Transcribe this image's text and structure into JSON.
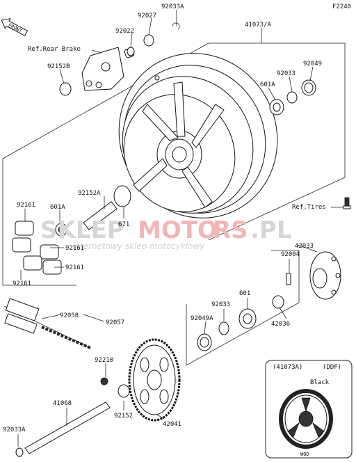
{
  "diagram_code": "F2240",
  "front_arrow": "FRONT",
  "watermark": {
    "part1": "SKLEP",
    "part2": "MOTO",
    "part3": "RS",
    "part4": ".PL",
    "tagline": "internetowy sklep motocyklowy"
  },
  "labels": {
    "p92033a_top": "92033A",
    "p92022": "92022",
    "p92027": "92027",
    "p41073a": "41073/A",
    "ref_rear_brake": "Ref.Rear Brake",
    "p92152b": "92152B",
    "p92049_top": "92049",
    "p92033_top": "92033",
    "p601a_top": "601A",
    "p92152a": "92152A",
    "p92161_a": "92161",
    "p601a_left": "601A",
    "p671": "671",
    "p92161_b": "92161",
    "p92161_c": "92161",
    "p92161_d": "92161",
    "ref_tires": "Ref.Tires",
    "p42033": "42033",
    "p92004": "92004",
    "p92058": "92058",
    "p92057": "92057",
    "p92033_mid": "92033",
    "p601": "601",
    "p92049a": "92049A",
    "p42036": "42036",
    "p92210": "92210",
    "p41068": "41068",
    "p92152": "92152",
    "p42041": "42041",
    "p92033a_bottom": "92033A"
  },
  "inset": {
    "part": "(41073A)",
    "code": "(DDF)",
    "color": "Black",
    "note": "WOD"
  }
}
